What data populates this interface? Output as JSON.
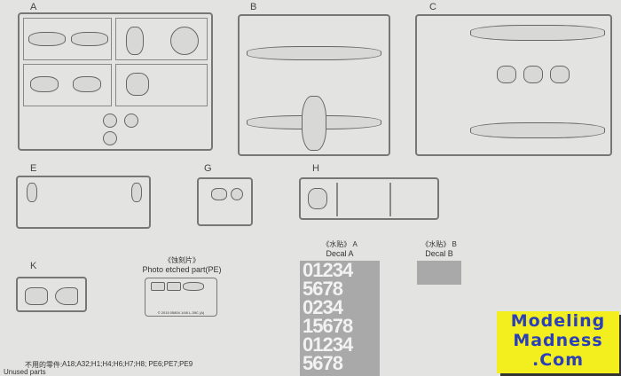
{
  "sprues": [
    {
      "id": "A",
      "label": "A"
    },
    {
      "id": "B",
      "label": "B"
    },
    {
      "id": "C",
      "label": "C"
    },
    {
      "id": "E",
      "label": "E"
    },
    {
      "id": "G",
      "label": "G"
    },
    {
      "id": "H",
      "label": "H"
    },
    {
      "id": "K",
      "label": "K"
    }
  ],
  "photo_etched": {
    "title_cn": "《蚀刻片》",
    "title": "Photo etched part(PE)",
    "footer": "© 2015 05804 1/48 L-39C (A)"
  },
  "decal_a": {
    "title_cn": "《水贴》 A",
    "title": "Decal A",
    "rows": [
      "01234",
      "5678",
      "0234",
      "15678",
      "01234",
      "5678"
    ]
  },
  "decal_b": {
    "title_cn": "《水贴》 B",
    "title": "Decal B"
  },
  "unused": {
    "label_cn": "不用的零件:",
    "parts": "A18;A32;H1;H4;H6;H7;H8; PE6;PE7;PE9",
    "label": "Unused parts"
  },
  "logo": {
    "line1": "Modeling",
    "line2": "Madness",
    "line3": ".Com",
    "bg": "#f3ee1e",
    "fg": "#2b3fb8"
  }
}
